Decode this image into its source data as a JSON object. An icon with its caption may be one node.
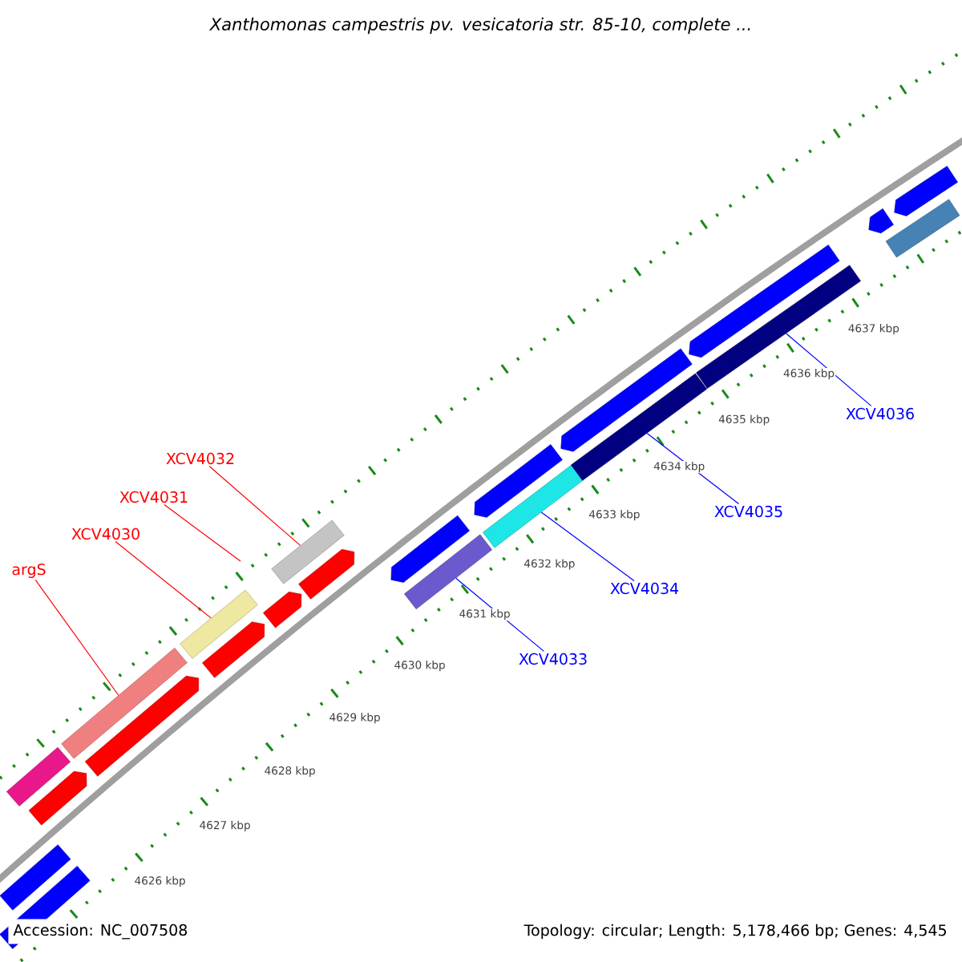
{
  "diagram": {
    "title": "Xanthomonas campestris pv. vesicatoria str. 85-10, complete ...",
    "nodes": [
      {
        "text": [
          "argS"
        ]
      },
      {
        "text": [
          "XCV4030"
        ]
      },
      {
        "text": [
          "XCV4031"
        ]
      },
      {
        "text": [
          "XCV4032"
        ]
      },
      {
        "text": [
          "XCV4033"
        ]
      },
      {
        "text": [
          "XCV4034"
        ]
      },
      {
        "text": [
          "XCV4035"
        ]
      },
      {
        "text": [
          "XCV4036"
        ]
      },
      {
        "text": [],
        "shape": "bar"
      },
      {
        "text": [],
        "shape": "bar"
      },
      {
        "text": [],
        "shape": "bar"
      },
      {
        "text": [],
        "shape": "bar"
      },
      {
        "text": [],
        "shape": "bar"
      },
      {
        "text": [],
        "shape": "bar"
      },
      {
        "text": [],
        "shape": "bar"
      },
      {
        "text": [],
        "shape": "bar"
      },
      {
        "text": [],
        "shape": "bar"
      },
      {
        "text": [],
        "shape": "bar"
      },
      {
        "text": [],
        "shape": "bar"
      },
      {
        "text": [],
        "shape": "bar"
      },
      {
        "text": [],
        "shape": "bar"
      },
      {
        "text": [],
        "shape": "bar"
      },
      {
        "text": [],
        "shape": "bar"
      },
      {
        "text": [],
        "shape": "bar"
      },
      {
        "text": [],
        "shape": "bar"
      },
      {
        "text": [],
        "shape": "bar"
      },
      {
        "text": [],
        "shape": "bar"
      },
      {
        "text": [],
        "shape": "bar"
      },
      {
        "text": [],
        "shape": "bar"
      },
      {
        "text": [],
        "shape": "bar"
      }
    ],
    "edges": [
      {
        "from": 0,
        "to": 8,
        "arrow": "none",
        "color": "#ff0000"
      },
      {
        "from": 1,
        "to": 9,
        "arrow": "none",
        "color": "#ff0000"
      },
      {
        "from": 2,
        "to": null,
        "arrow": "none",
        "color": "#ff0000"
      },
      {
        "from": 3,
        "to": 10,
        "arrow": "none",
        "color": "#ff0000"
      },
      {
        "from": 4,
        "to": 11,
        "arrow": "none",
        "color": "#0000ff"
      },
      {
        "from": 5,
        "to": 12,
        "arrow": "none",
        "color": "#0000ff"
      },
      {
        "from": 6,
        "to": 13,
        "arrow": "none",
        "color": "#0000ff"
      },
      {
        "from": 7,
        "to": 14,
        "arrow": "none",
        "color": "#0000ff"
      }
    ],
    "labels": [
      "4637 kbp",
      "4636 kbp",
      "4635 kbp",
      "4634 kbp",
      "4633 kbp",
      "4632 kbp",
      "4631 kbp",
      "4630 kbp",
      "4629 kbp",
      "4628 kbp",
      "4627 kbp",
      "4626 kbp",
      "Accession: NC_007508",
      "Topology: circular; Length: 5,178,466 bp; Genes: 4,545"
    ]
  }
}
